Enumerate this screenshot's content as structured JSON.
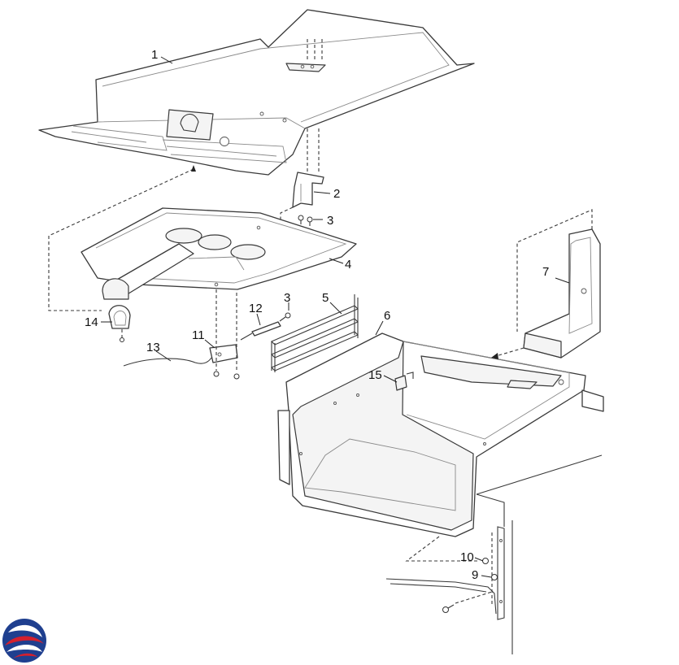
{
  "callouts": [
    {
      "id": "1",
      "label": "1"
    },
    {
      "id": "2",
      "label": "2"
    },
    {
      "id": "3a",
      "label": "3"
    },
    {
      "id": "4",
      "label": "4"
    },
    {
      "id": "3b",
      "label": "3"
    },
    {
      "id": "5",
      "label": "5"
    },
    {
      "id": "6",
      "label": "6"
    },
    {
      "id": "7",
      "label": "7"
    },
    {
      "id": "11",
      "label": "11"
    },
    {
      "id": "12",
      "label": "12"
    },
    {
      "id": "13",
      "label": "13"
    },
    {
      "id": "14",
      "label": "14"
    },
    {
      "id": "15",
      "label": "15"
    },
    {
      "id": "10",
      "label": "10"
    },
    {
      "id": "9",
      "label": "9"
    }
  ],
  "logo": {
    "icon": "brand-swirl-logo",
    "colors": [
      "#1f3f8f",
      "#d3202e"
    ]
  }
}
